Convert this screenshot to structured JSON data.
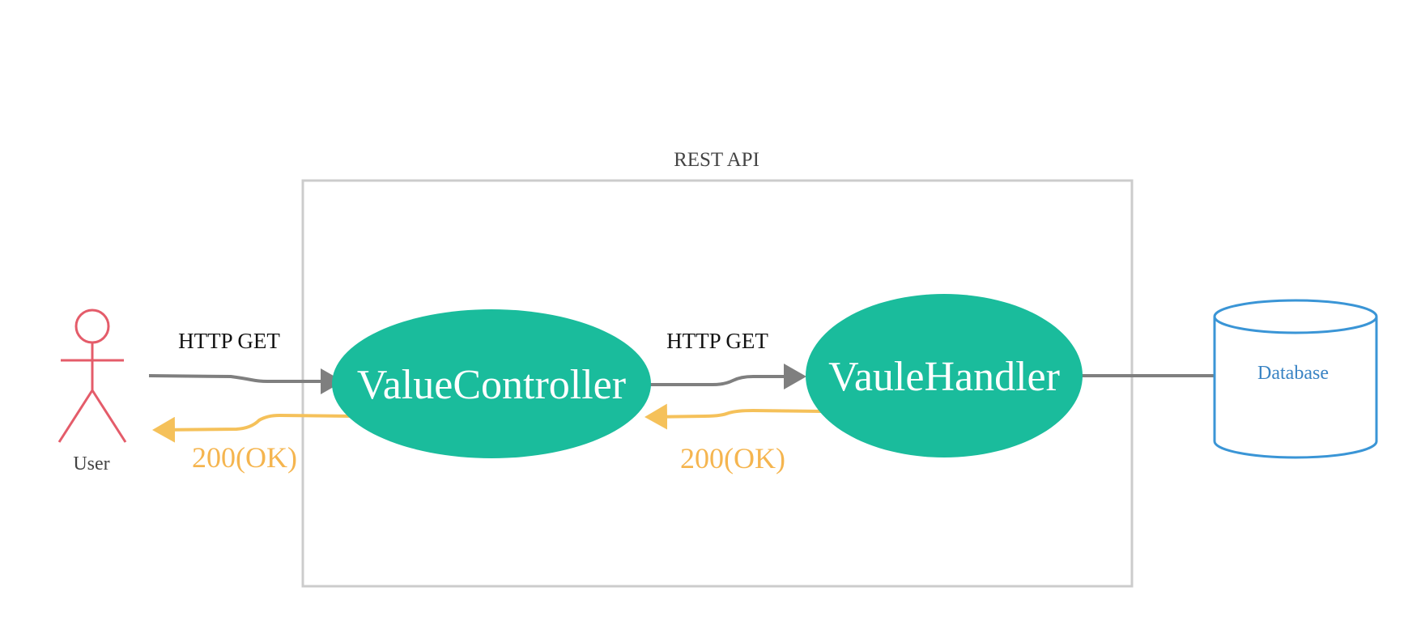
{
  "diagram": {
    "boundary": {
      "label": "REST API"
    },
    "actor": {
      "label": "User"
    },
    "nodes": {
      "value_controller": {
        "label": "ValueController"
      },
      "vaule_handler": {
        "label": "VauleHandler"
      },
      "database": {
        "label": "Database"
      }
    },
    "edges": {
      "user_to_controller": {
        "label": "HTTP GET"
      },
      "controller_to_user": {
        "label": "200(OK)"
      },
      "controller_to_handler": {
        "label": "HTTP GET"
      },
      "handler_to_controller": {
        "label": "200(OK)"
      }
    }
  },
  "colors": {
    "node_fill": "#1ABC9C",
    "request_line": "#7F7F7F",
    "response_line": "#F5C15A",
    "actor": "#E45C6A",
    "database": "#3A95D6",
    "boundary": "#CCCCCC"
  }
}
